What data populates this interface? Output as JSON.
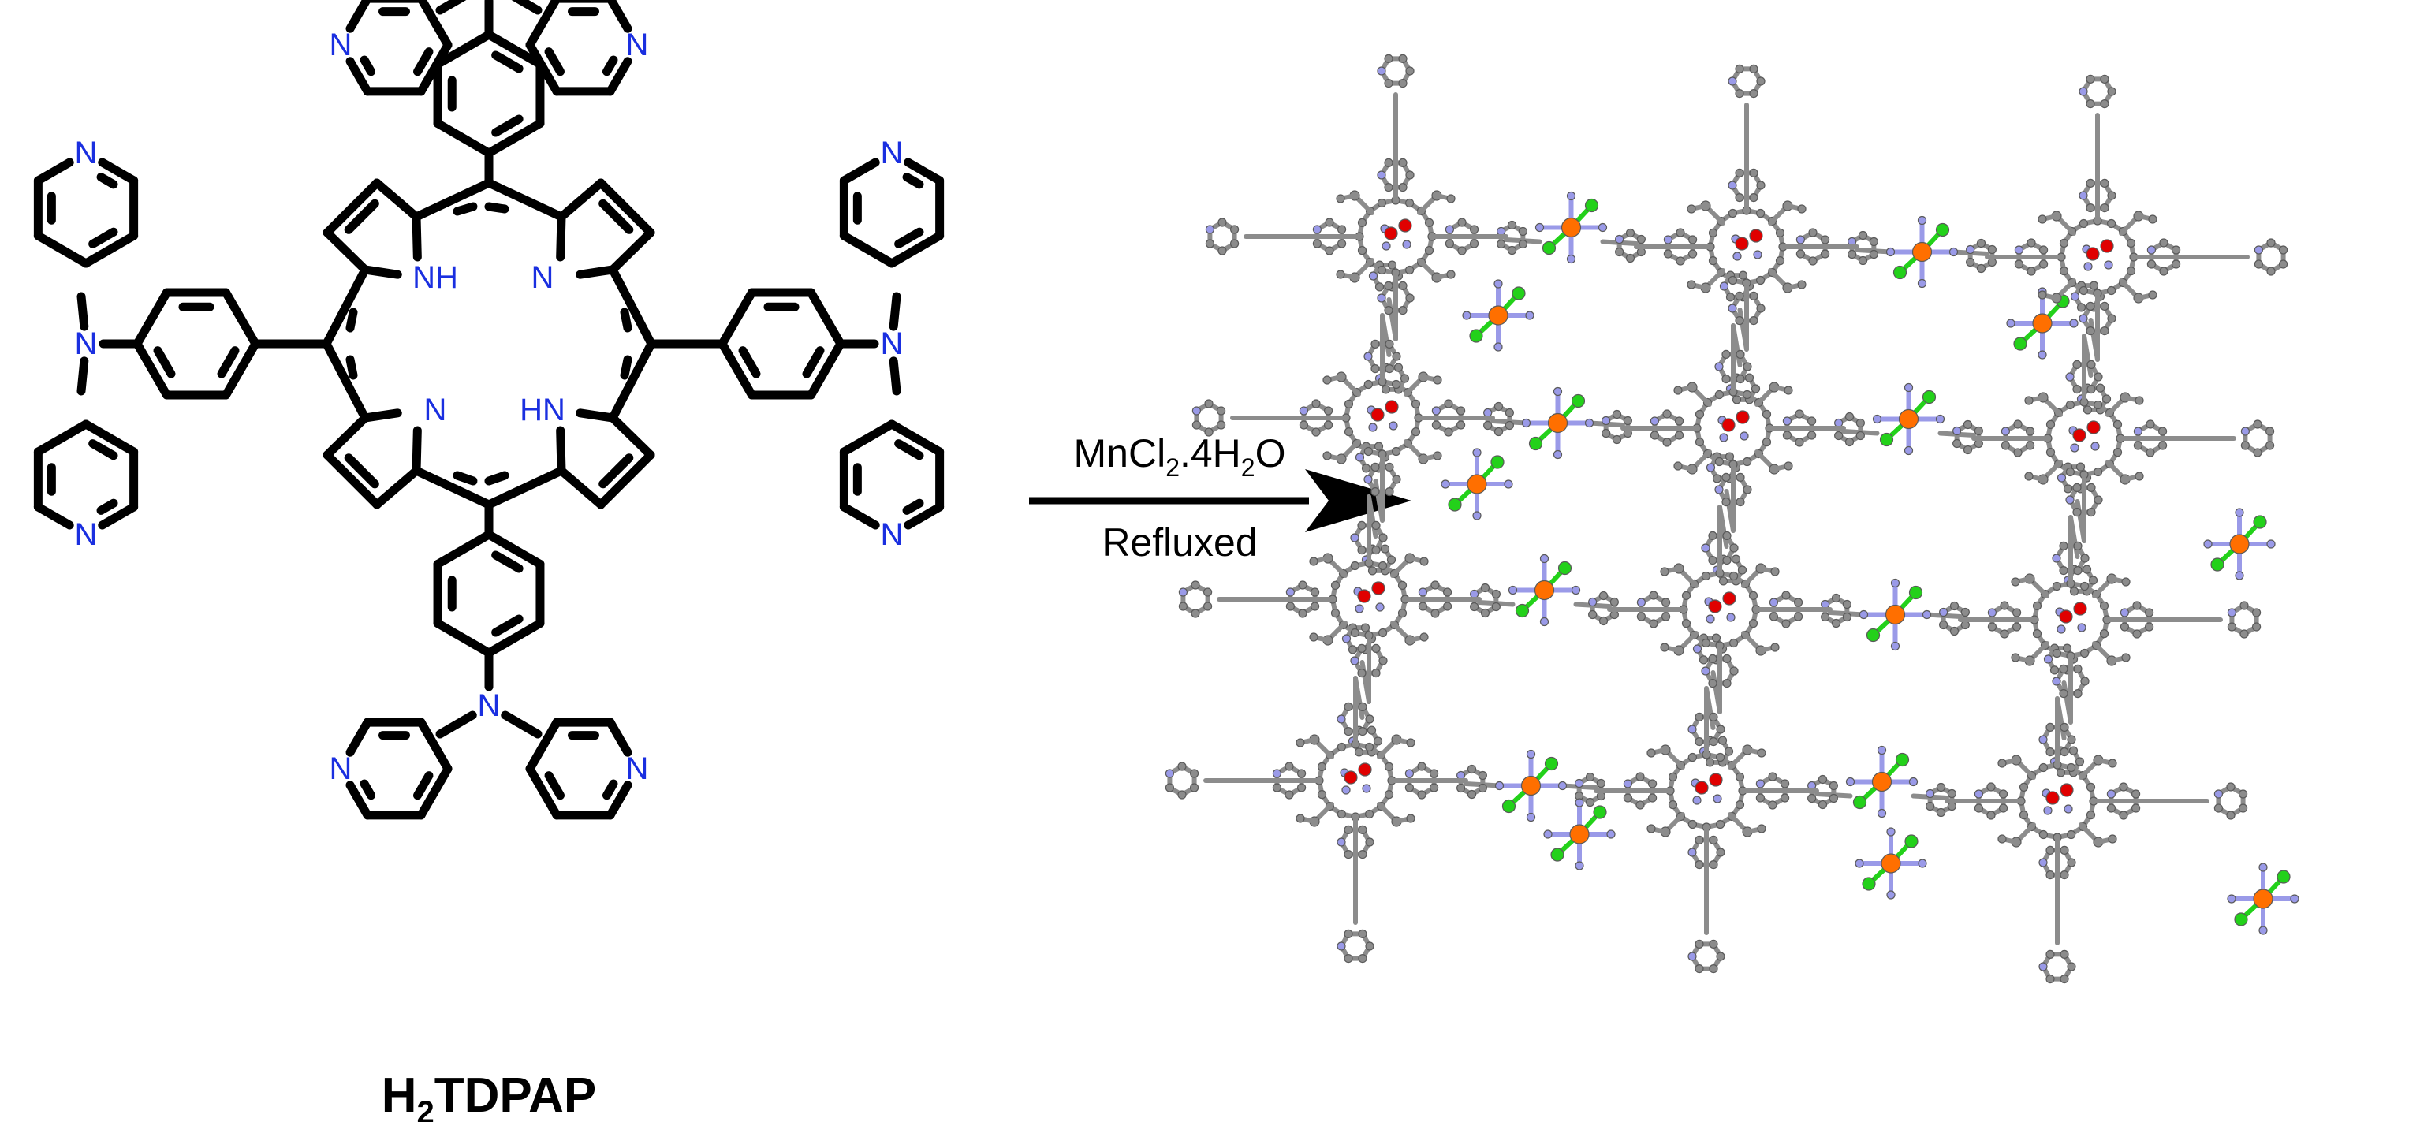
{
  "molecule": {
    "name_prefix": "H",
    "name_subscript": "2",
    "name_suffix": "TDPAP",
    "pyrrole_labels": {
      "nh_a": "NH",
      "n_b": "N",
      "n_c": "N",
      "hn_d": "HN"
    },
    "pyridine_label": "N",
    "amine_label": "N"
  },
  "reaction": {
    "reagent_parts": [
      "MnCl",
      "2",
      ".4H",
      "2",
      "O"
    ],
    "condition": "Refluxed"
  },
  "network": {
    "grid_rows": 4,
    "grid_cols": 3
  },
  "colors": {
    "bond": "#000000",
    "nitrogen_text": "#1a2fe0",
    "carbon": "#8c8c8c",
    "nitrogen_atom": "#9a9ae8",
    "manganese": "#ff6f00",
    "chlorine": "#23d11a",
    "oxygen": "#e00000"
  }
}
